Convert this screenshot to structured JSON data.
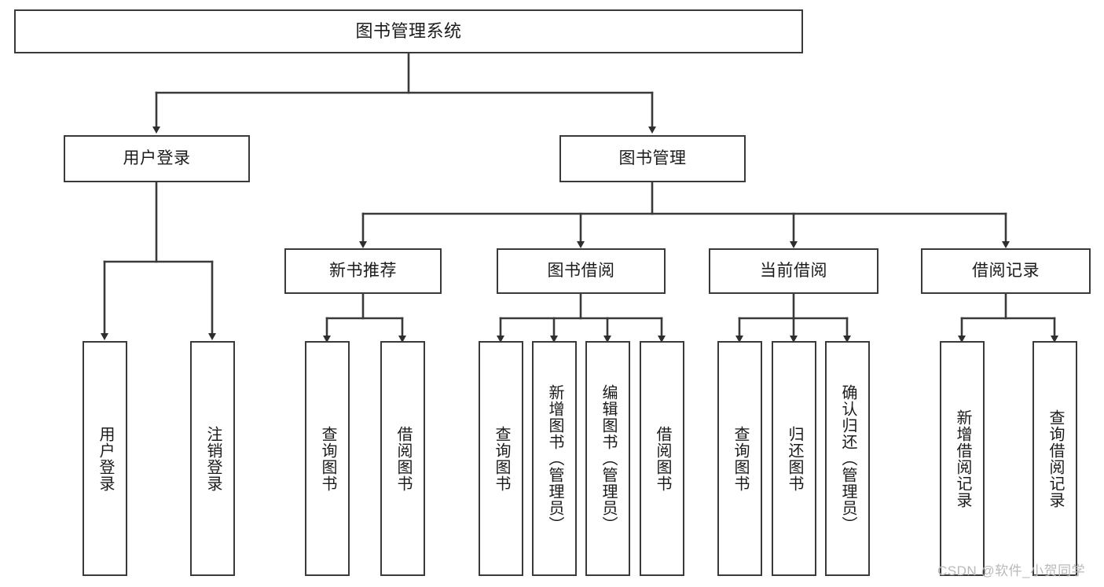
{
  "diagram": {
    "title": "图书管理系统",
    "type": "hierarchy-tree",
    "theme": {
      "background": "#ffffff",
      "box_stroke": "#3a3a3a",
      "box_fill": "#ffffff",
      "connector": "#3a3a3a",
      "text": "#1b1b1b",
      "watermark": "#b9b9b9"
    },
    "root": {
      "label": "图书管理系统"
    },
    "level2": [
      {
        "label": "用户登录"
      },
      {
        "label": "图书管理"
      }
    ],
    "level3": [
      {
        "label": "新书推荐"
      },
      {
        "label": "图书借阅"
      },
      {
        "label": "当前借阅"
      },
      {
        "label": "借阅记录"
      }
    ],
    "leaves": {
      "user_login": [
        {
          "label": "用户登录"
        },
        {
          "label": "注销登录"
        }
      ],
      "new_book_recommend": [
        {
          "label": "查询图书"
        },
        {
          "label": "借阅图书"
        }
      ],
      "book_borrow": [
        {
          "label": "查询图书"
        },
        {
          "label": "新增图书（管理员）"
        },
        {
          "label": "编辑图书（管理员）"
        },
        {
          "label": "借阅图书"
        }
      ],
      "current_borrow": [
        {
          "label": "查询图书"
        },
        {
          "label": "归还图书"
        },
        {
          "label": "确认归还（管理员）"
        }
      ],
      "borrow_record": [
        {
          "label": "新增借阅记录"
        },
        {
          "label": "查询借阅记录"
        }
      ]
    },
    "watermark": "CSDN @软件_小贺同学"
  }
}
